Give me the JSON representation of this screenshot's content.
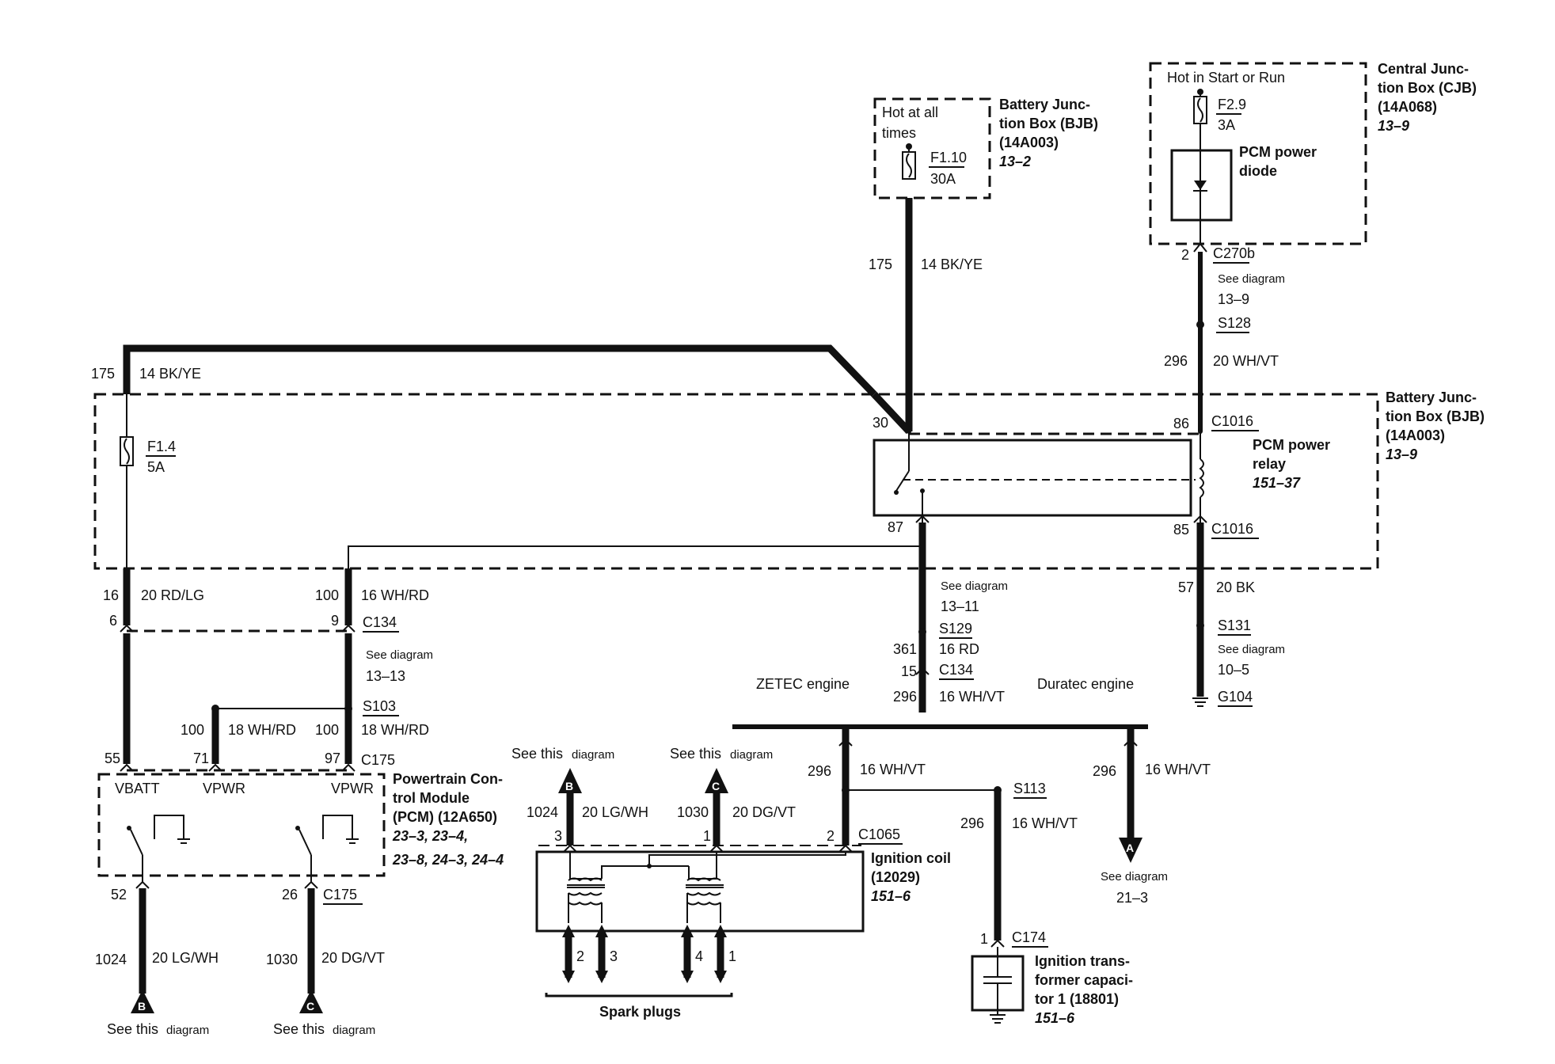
{
  "bjb_top": {
    "hot_line1": "Hot at all",
    "hot_line2": "times",
    "fuse_name": "F1.10",
    "fuse_rating": "30A",
    "title1": "Battery Junc-",
    "title2": "tion Box (BJB)",
    "part": "(14A003)",
    "ref": "13–2"
  },
  "cjb": {
    "hot": "Hot in Start or Run",
    "fuse_name": "F2.9",
    "fuse_rating": "3A",
    "diode1": "PCM power",
    "diode2": "diode",
    "title1": "Central Junc-",
    "title2": "tion Box (CJB)",
    "part": "(14A068)",
    "ref": "13–9"
  },
  "wire_175_top": {
    "circuit": "175",
    "gauge": "14 BK/YE"
  },
  "c270b": {
    "pin": "2",
    "name": "C270b"
  },
  "see_13_9": {
    "see": "See diagram",
    "num": "13–9"
  },
  "s128": "S128",
  "wire_296_top": {
    "circuit": "296",
    "gauge": "20 WH/VT"
  },
  "wire_175_left": {
    "circuit": "175",
    "gauge": "14 BK/YE"
  },
  "bjb_main": {
    "title1": "Battery Junc-",
    "title2": "tion Box (BJB)",
    "part": "(14A003)",
    "ref": "13–9",
    "fuse_name": "F1.4",
    "fuse_rating": "5A"
  },
  "relay": {
    "pin30": "30",
    "pin86": "86",
    "c1016_top": "C1016",
    "pin87": "87",
    "pin85": "85",
    "c1016_bot": "C1016",
    "title1": "PCM power",
    "title2": "relay",
    "ref": "151–37"
  },
  "wire_16": {
    "circuit": "16",
    "gauge": "20 RD/LG"
  },
  "wire_100a": {
    "circuit": "100",
    "gauge": "16 WH/RD"
  },
  "c134_left": {
    "pin6": "6",
    "pin9": "9",
    "name": "C134"
  },
  "see_13_13": {
    "see": "See diagram",
    "num": "13–13"
  },
  "s103": "S103",
  "wire_100b": {
    "circuit": "100",
    "gauge": "18 WH/RD"
  },
  "wire_100c": {
    "circuit": "100",
    "gauge": "18 WH/RD"
  },
  "c175_top": {
    "pin55": "55",
    "pin71": "71",
    "pin97": "97",
    "name": "C175"
  },
  "pcm": {
    "vbatt": "VBATT",
    "vpwr1": "VPWR",
    "vpwr2": "VPWR",
    "title1": "Powertrain Con-",
    "title2": "trol Module",
    "title3": "(PCM) (12A650)",
    "ref1": "23–3, 23–4,",
    "ref2": "23–8, 24–3, 24–4"
  },
  "c175_bot": {
    "pin52": "52",
    "pin26": "26",
    "name": "C175"
  },
  "wire_1024_bot": {
    "circuit": "1024",
    "gauge": "20 LG/WH"
  },
  "wire_1030_bot": {
    "circuit": "1030",
    "gauge": "20 DG/VT"
  },
  "conn_b_bot": {
    "letter": "B",
    "see": "See this",
    "diag": "diagram"
  },
  "conn_c_bot": {
    "letter": "C",
    "see": "See this",
    "diag": "diagram"
  },
  "see_13_11": {
    "see": "See diagram",
    "num": "13–11"
  },
  "s129": "S129",
  "wire_361": {
    "circuit": "361",
    "gauge": "16 RD"
  },
  "c134_mid": {
    "pin": "15",
    "name": "C134"
  },
  "wire_296_mid": {
    "circuit": "296",
    "gauge": "16 WH/VT"
  },
  "zetec": "ZETEC engine",
  "duratec": "Duratec engine",
  "wire_57": {
    "circuit": "57",
    "gauge": "20 BK"
  },
  "s131": "S131",
  "see_10_5": {
    "see": "See diagram",
    "num": "10–5"
  },
  "g104": "G104",
  "conn_b_top": {
    "letter": "B",
    "see": "See this",
    "diag": "diagram"
  },
  "conn_c_top": {
    "letter": "C",
    "see": "See this",
    "diag": "diagram"
  },
  "wire_1024_top": {
    "circuit": "1024",
    "gauge": "20 LG/WH"
  },
  "wire_1030_top": {
    "circuit": "1030",
    "gauge": "20 DG/VT"
  },
  "wire_296_zetec": {
    "circuit": "296",
    "gauge": "16 WH/VT"
  },
  "c1065": {
    "pin3": "3",
    "pin1": "1",
    "pin2": "2",
    "name": "C1065"
  },
  "coil": {
    "title1": "Ignition coil",
    "part": "(12029)",
    "ref": "151–6"
  },
  "s113": "S113",
  "wire_296_cap": {
    "circuit": "296",
    "gauge": "16 WH/VT"
  },
  "c174": {
    "pin": "1",
    "name": "C174"
  },
  "capacitor": {
    "title1": "Ignition trans-",
    "title2": "former capaci-",
    "title3": "tor 1 (18801)",
    "ref": "151–6"
  },
  "wire_296_duratec": {
    "circuit": "296",
    "gauge": "16 WH/VT"
  },
  "conn_a": {
    "letter": "A",
    "see": "See diagram",
    "num": "21–3"
  },
  "spark": {
    "n2": "2",
    "n3": "3",
    "n4": "4",
    "n1": "1",
    "label": "Spark plugs"
  }
}
